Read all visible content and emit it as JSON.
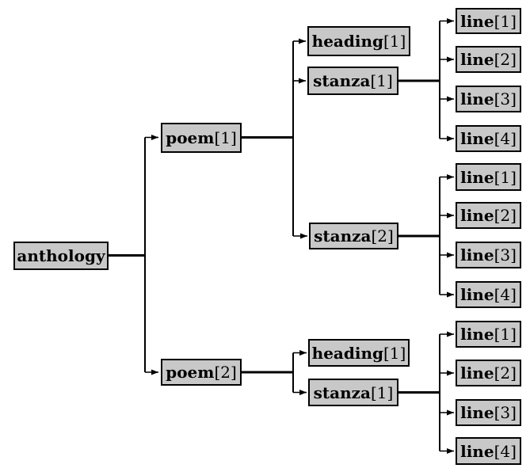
{
  "colors": {
    "node_fill": "#c8c8c8",
    "node_border": "#000000",
    "connector": "#000000",
    "background": "#ffffff"
  },
  "nodes": {
    "anthology": {
      "name": "anthology",
      "index": ""
    },
    "poem1": {
      "name": "poem",
      "index": "[1]"
    },
    "poem2": {
      "name": "poem",
      "index": "[2]"
    },
    "p1_heading1": {
      "name": "heading",
      "index": "[1]"
    },
    "p1_stanza1": {
      "name": "stanza",
      "index": "[1]"
    },
    "p1_stanza2": {
      "name": "stanza",
      "index": "[2]"
    },
    "p1s1_line1": {
      "name": "line",
      "index": "[1]"
    },
    "p1s1_line2": {
      "name": "line",
      "index": "[2]"
    },
    "p1s1_line3": {
      "name": "line",
      "index": "[3]"
    },
    "p1s1_line4": {
      "name": "line",
      "index": "[4]"
    },
    "p1s2_line1": {
      "name": "line",
      "index": "[1]"
    },
    "p1s2_line2": {
      "name": "line",
      "index": "[2]"
    },
    "p1s2_line3": {
      "name": "line",
      "index": "[3]"
    },
    "p1s2_line4": {
      "name": "line",
      "index": "[4]"
    },
    "p2_heading1": {
      "name": "heading",
      "index": "[1]"
    },
    "p2_stanza1": {
      "name": "stanza",
      "index": "[1]"
    },
    "p2s1_line1": {
      "name": "line",
      "index": "[1]"
    },
    "p2s1_line2": {
      "name": "line",
      "index": "[2]"
    },
    "p2s1_line3": {
      "name": "line",
      "index": "[3]"
    },
    "p2s1_line4": {
      "name": "line",
      "index": "[4]"
    }
  },
  "hierarchy": {
    "label": "anthology",
    "children": [
      {
        "label": "poem[1]",
        "children": [
          {
            "label": "heading[1]"
          },
          {
            "label": "stanza[1]",
            "children": [
              {
                "label": "line[1]"
              },
              {
                "label": "line[2]"
              },
              {
                "label": "line[3]"
              },
              {
                "label": "line[4]"
              }
            ]
          },
          {
            "label": "stanza[2]",
            "children": [
              {
                "label": "line[1]"
              },
              {
                "label": "line[2]"
              },
              {
                "label": "line[3]"
              },
              {
                "label": "line[4]"
              }
            ]
          }
        ]
      },
      {
        "label": "poem[2]",
        "children": [
          {
            "label": "heading[1]"
          },
          {
            "label": "stanza[1]",
            "children": [
              {
                "label": "line[1]"
              },
              {
                "label": "line[2]"
              },
              {
                "label": "line[3]"
              },
              {
                "label": "line[4]"
              }
            ]
          }
        ]
      }
    ]
  }
}
